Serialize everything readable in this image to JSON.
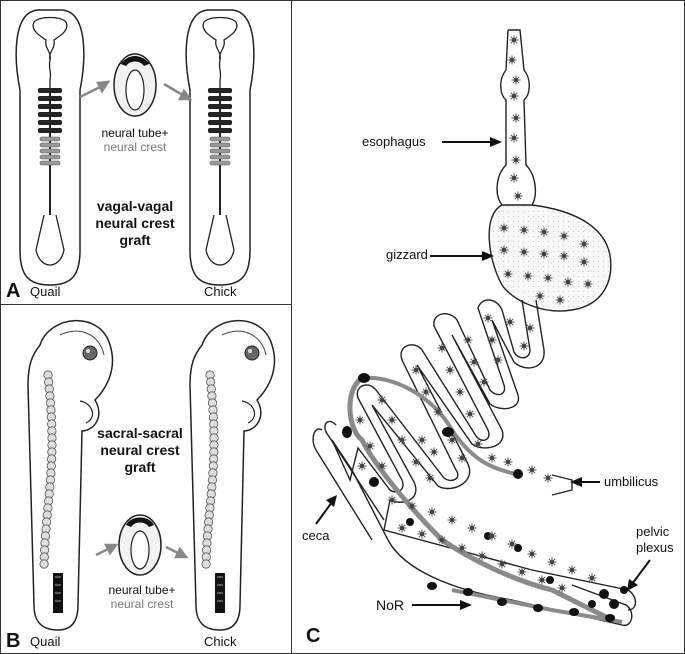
{
  "panel_a": {
    "letter": "A",
    "left_label": "Quail",
    "right_label": "Chick",
    "tube_label_1": "neural tube+",
    "tube_label_2": "neural crest",
    "graft_line_1": "vagal-vagal",
    "graft_line_2": "neural crest",
    "graft_line_3": "graft"
  },
  "panel_b": {
    "letter": "B",
    "left_label": "Quail",
    "right_label": "Chick",
    "tube_label_1": "neural tube+",
    "tube_label_2": "neural crest",
    "graft_line_1": "sacral-sacral",
    "graft_line_2": "neural crest",
    "graft_line_3": "graft"
  },
  "panel_c": {
    "letter": "C",
    "labels": {
      "esophagus": "esophagus",
      "gizzard": "gizzard",
      "umbilicus": "umbilicus",
      "ceca": "ceca",
      "pelvic_1": "pelvic",
      "pelvic_2": "plexus",
      "nor": "NoR"
    }
  },
  "colors": {
    "border": "#333333",
    "tissue_fill": "#f4f4f4",
    "neuron": "#555555",
    "nerve": "#8a8a8a",
    "arrow_grey": "#888888"
  }
}
